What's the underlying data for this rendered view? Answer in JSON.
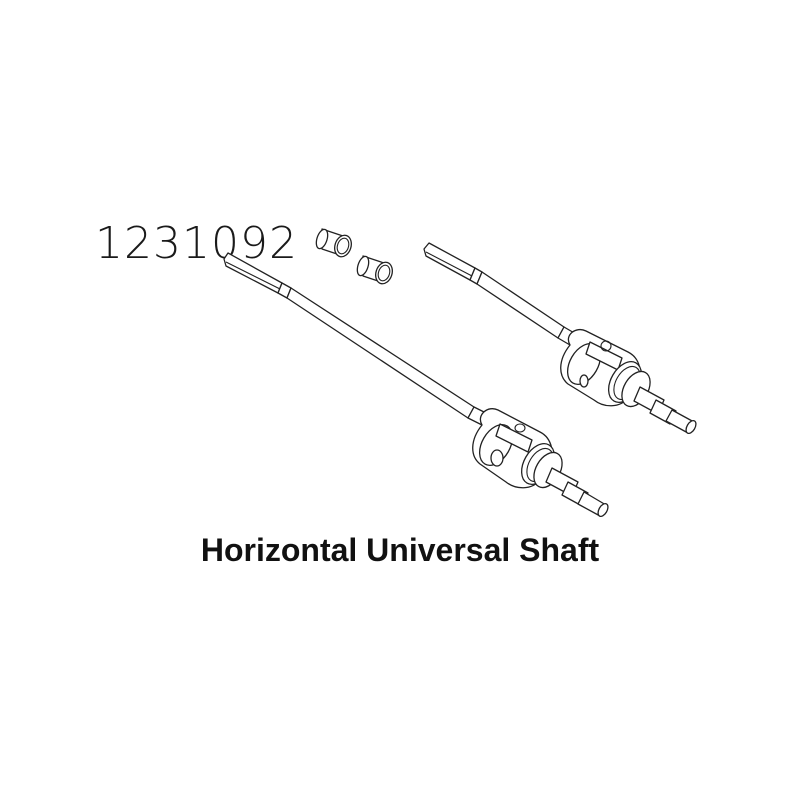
{
  "diagram": {
    "part_number": "1231092",
    "caption": "Horizontal Universal Shaft",
    "components": [
      {
        "name": "long-universal-shaft",
        "count": 1
      },
      {
        "name": "short-universal-shaft",
        "count": 1
      },
      {
        "name": "bushing-sleeve",
        "count": 2
      }
    ],
    "colors": {
      "background": "#ffffff",
      "line": "#222222",
      "text": "#111111"
    }
  }
}
